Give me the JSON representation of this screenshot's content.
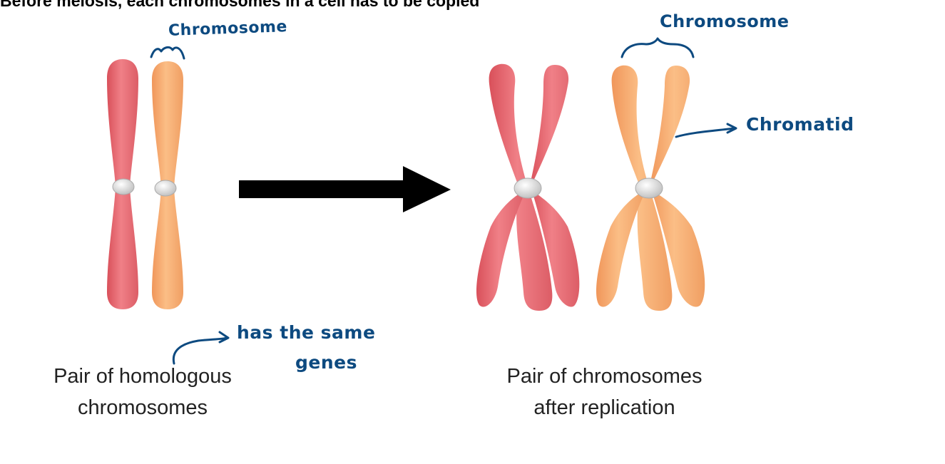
{
  "title": "Before meiosis, each chromosomes in a cell has to be copied",
  "captions": {
    "left": [
      "Pair of homologous",
      "chromosomes"
    ],
    "right": [
      "Pair of chromosomes",
      "after replication"
    ]
  },
  "annotations": {
    "chromosome_left": "Chromosome",
    "chromosome_right": "Chromosome",
    "chromatid": "Chromatid",
    "same_genes_line1": "has the same",
    "same_genes_line2": "genes"
  },
  "colors": {
    "red_chromosome": "#e9676d",
    "orange_chromosome": "#f5a96c",
    "centromere": "#d9d9d9",
    "arrow": "#000000",
    "annotation_ink": "#0d4a80"
  }
}
